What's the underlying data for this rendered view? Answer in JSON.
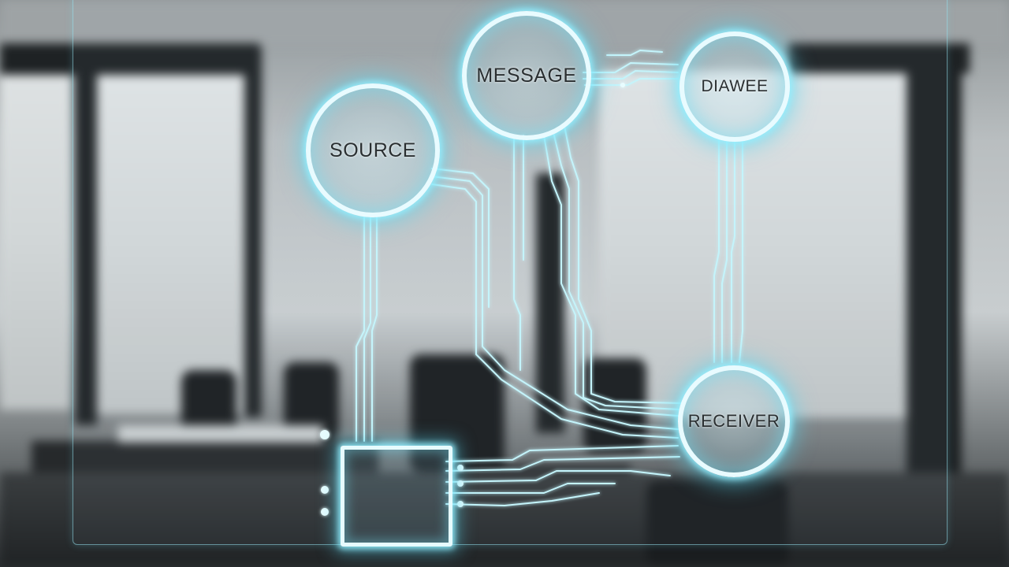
{
  "diagram": {
    "nodes": {
      "source": "SOURCE",
      "message": "MESSAGE",
      "channel": "DIAWEE",
      "receiver": "RECEIVER"
    }
  },
  "colors": {
    "glow": "#7fe4f5",
    "line": "#bdf3fb",
    "label": "#2a2f31"
  }
}
